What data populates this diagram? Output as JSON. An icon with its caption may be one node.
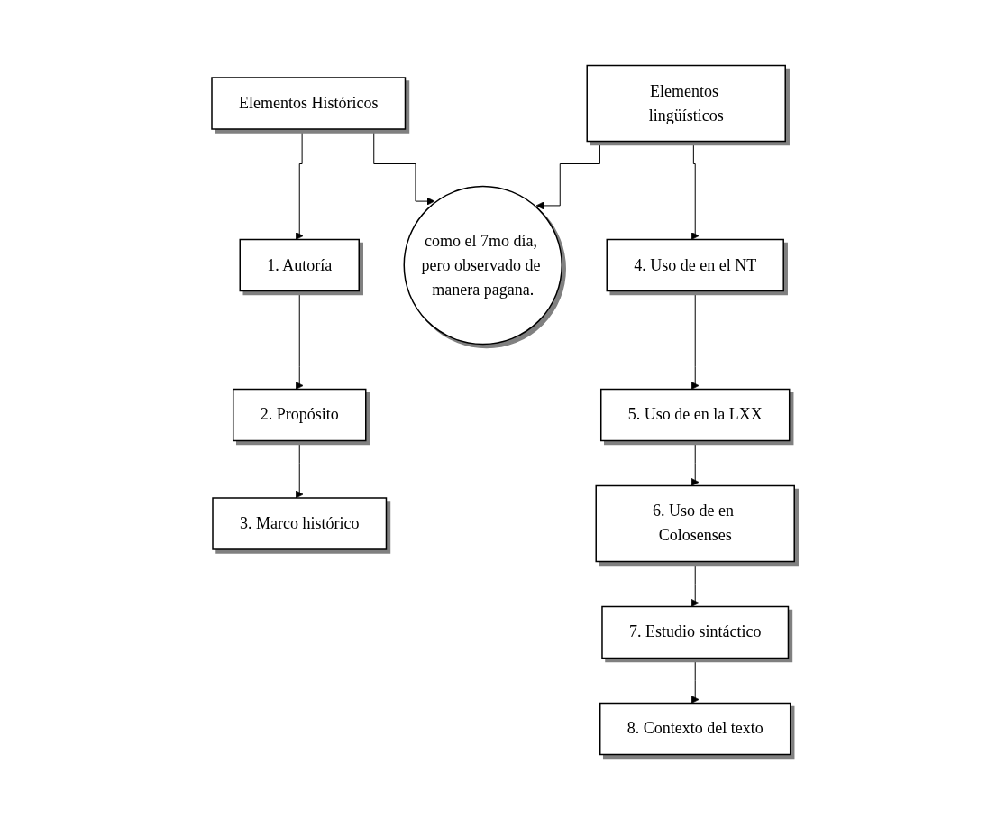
{
  "diagram": {
    "nodes": [
      {
        "text": [
          "Elementos Históricos"
        ]
      },
      {
        "text": [
          "1. Autoría"
        ]
      },
      {
        "text": [
          "2. Propósito"
        ]
      },
      {
        "text": [
          "3. Marco histórico"
        ]
      },
      {
        "text": [
          "como el 7mo día, pero observado de manera pagana."
        ]
      },
      {
        "text": [
          "Elementos lingüísticos"
        ]
      },
      {
        "text": [
          "4. Uso de en el NT"
        ]
      },
      {
        "text": [
          "5. Uso de en la LXX"
        ]
      },
      {
        "text": [
          "6. Uso de en Colosenses"
        ]
      },
      {
        "text": [
          "7. Estudio sintáctico"
        ]
      },
      {
        "text": [
          "8. Contexto del texto"
        ]
      }
    ],
    "edges": [
      {
        "from": 0,
        "to": 1,
        "arrow": "to"
      },
      {
        "from": 1,
        "to": 2,
        "arrow": "to"
      },
      {
        "from": 2,
        "to": 3,
        "arrow": "to"
      },
      {
        "from": 0,
        "to": 4,
        "arrow": "to"
      },
      {
        "from": 5,
        "to": 4,
        "arrow": "to"
      },
      {
        "from": 5,
        "to": 6,
        "arrow": "to"
      },
      {
        "from": 6,
        "to": 7,
        "arrow": "to"
      },
      {
        "from": 7,
        "to": 8,
        "arrow": "to"
      },
      {
        "from": 8,
        "to": 9,
        "arrow": "to"
      },
      {
        "from": 9,
        "to": 10,
        "arrow": "to"
      }
    ]
  }
}
